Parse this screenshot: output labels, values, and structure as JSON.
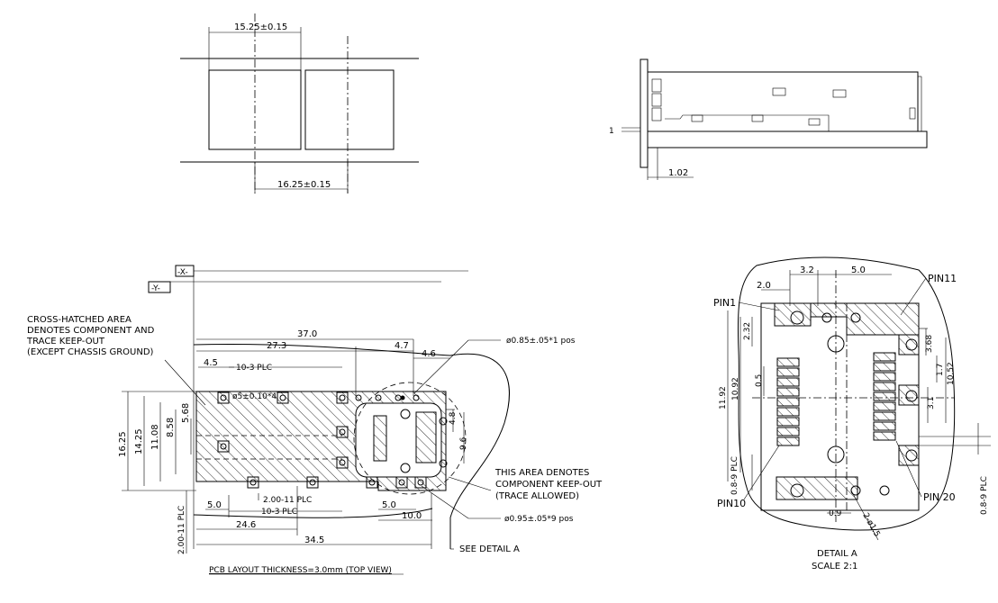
{
  "top_left": {
    "dim_top": "15.25±0.15",
    "dim_bottom": "16.25±0.15"
  },
  "side_view": {
    "dim_1": "1.02",
    "dim_2": "1"
  },
  "pcb": {
    "datum_x": "-X-",
    "datum_y": "-Y-",
    "note_cross": [
      "CROSS-HATCHED AREA",
      "DENOTES COMPONENT AND",
      "TRACE KEEP-OUT",
      "(EXCEPT CHASSIS GROUND)"
    ],
    "note_this": [
      "THIS AREA DENOTES",
      "COMPONENT KEEP-OUT",
      "(TRACE ALLOWED)"
    ],
    "hole_top": "ø0.85±.05*1 pos",
    "hole_bottom": "ø0.95±.05*9 pos",
    "hole_inner": "ø5±0.10*4",
    "see_detail": "SEE DETAIL A",
    "caption": "PCB LAYOUT THICKNESS=3.0mm (TOP VIEW)",
    "d_370": "37.0",
    "d_273": "27.3",
    "d_47": "4.7",
    "d_46": "4.6",
    "d_45": "4.5",
    "d_10_3_top": "10-3 PLC",
    "d_1625": "16.25",
    "d_1425": "14.25",
    "d_1108": "11.08",
    "d_858": "8.58",
    "d_568": "5.68",
    "d_48": "4.8",
    "d_96": "9.6",
    "d_200_11": "2.00-11 PLC",
    "d_10_3_bot": "10-3 PLC",
    "d_50a": "5.0",
    "d_50b": "5.0",
    "d_100": "10.0",
    "d_246": "24.6",
    "d_345": "34.5",
    "d_200_11_left": "2.00-11 PLC"
  },
  "detail": {
    "d_32": "3.2",
    "d_50": "5.0",
    "d_20": "2.0",
    "pin1": "PIN1",
    "pin11": "PIN11",
    "pin10": "PIN10",
    "pin20": "PIN 20",
    "d_232": "2.32",
    "d_368": "3.68",
    "d_1192": "11.92",
    "d_1092": "10.92",
    "d_05": "0.5",
    "d_17": "1.7",
    "d_1052": "10.52",
    "d_31": "3.1",
    "d_08_9_left": "0.8-9 PLC",
    "d_08_9_right": "0.8-9 PLC",
    "d_09": "0.9",
    "d_15": "2-ø1.5",
    "title": "DETAIL A",
    "scale": "SCALE 2:1"
  }
}
